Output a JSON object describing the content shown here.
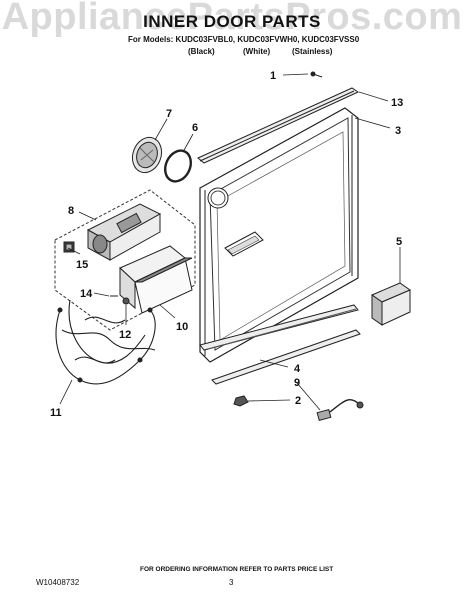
{
  "watermark": "AppliancePartsPros.com",
  "header": {
    "title": "INNER DOOR PARTS",
    "models_line": "For Models: KUDC03FVBL0, KUDC03FVWH0, KUDC03FVSS0",
    "variants": [
      "(Black)",
      "(White)",
      "(Stainless)"
    ]
  },
  "callouts": [
    "1",
    "13",
    "3",
    "7",
    "6",
    "8",
    "15",
    "14",
    "12",
    "10",
    "5",
    "4",
    "9",
    "2",
    "11"
  ],
  "footer": {
    "note": "FOR ORDERING INFORMATION REFER TO PARTS PRICE LIST",
    "doc_number": "W10408732",
    "page_number": "3"
  }
}
